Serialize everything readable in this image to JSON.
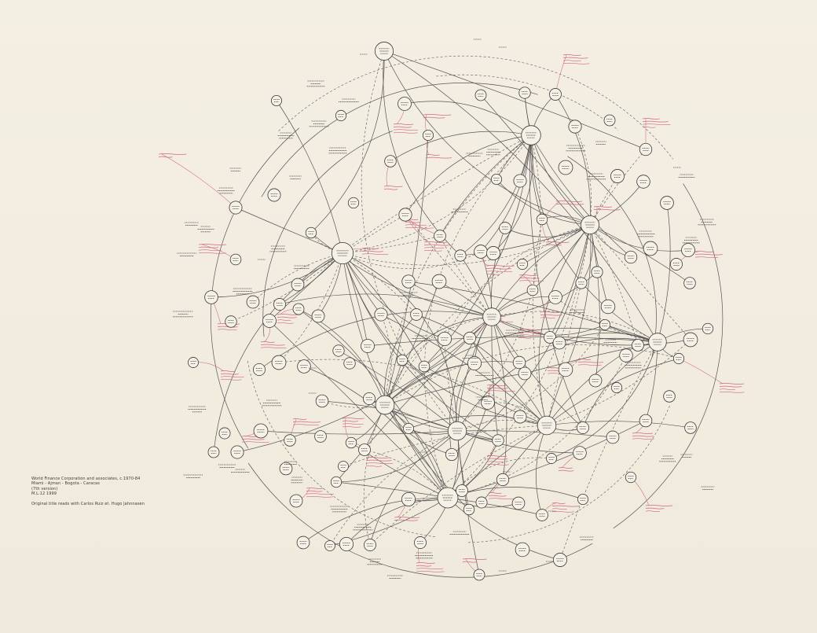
{
  "caption": {
    "lines": [
      "World Finance Corporation and associates, c.1970-84",
      "Miami - Ajman - Bogota - Caracas",
      "(7th version)",
      "M.L.12 1999"
    ],
    "note": "Original title reads with Carlos Ruiz et. Hugo Jahnnasen"
  },
  "colors": {
    "paper": "#f2ecdf",
    "ink": "#3a3a3a",
    "annotation": "#c2405a"
  }
}
